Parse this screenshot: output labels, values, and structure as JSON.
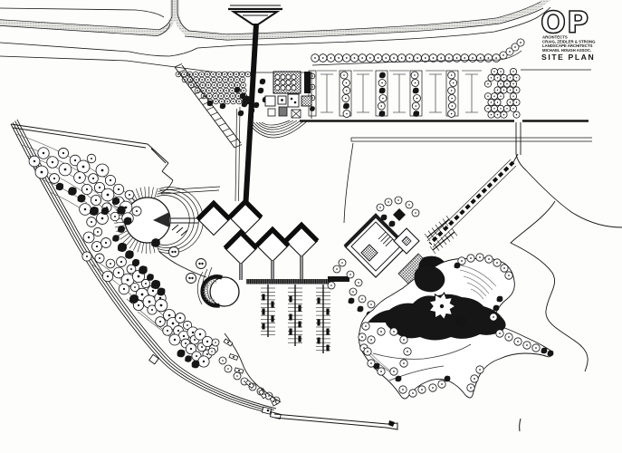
{
  "title_block": {
    "logo": "OP",
    "firm_lines": [
      "ARCHITECTS",
      "CRAIG, ZEIDLER & STRONG",
      "LANDSCAPE ARCHITECTS",
      "MICHAEL HOUGH ASSOC."
    ],
    "drawing_title": "SITE PLAN"
  },
  "colors": {
    "ink": "#141414",
    "paper": "#fdfdfc"
  }
}
